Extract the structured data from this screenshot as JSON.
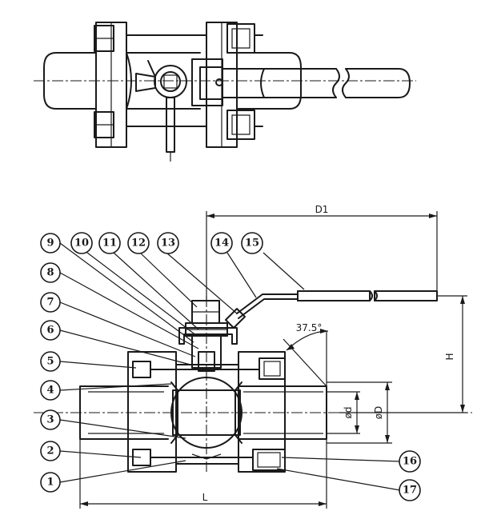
{
  "callouts": [
    "1",
    "2",
    "3",
    "4",
    "5",
    "6",
    "7",
    "8",
    "9",
    "10",
    "11",
    "12",
    "13",
    "14",
    "15",
    "16",
    "17"
  ],
  "dimensions": {
    "D1": "D1",
    "H": "H",
    "L": "L",
    "d": "ød",
    "D": "øD",
    "angle": "37.5°"
  }
}
